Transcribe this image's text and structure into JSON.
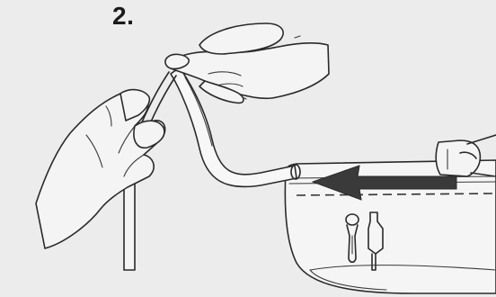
{
  "figure": {
    "step_label": "2.",
    "colors": {
      "background": "#ececec",
      "ink": "#2a2a2a",
      "arrow": "#3a3a3a"
    },
    "parts": [
      "upper-hand",
      "lower-hand",
      "feeding-tube",
      "tube-connector",
      "drainage-bag",
      "bag-port",
      "flow-arrow"
    ]
  }
}
